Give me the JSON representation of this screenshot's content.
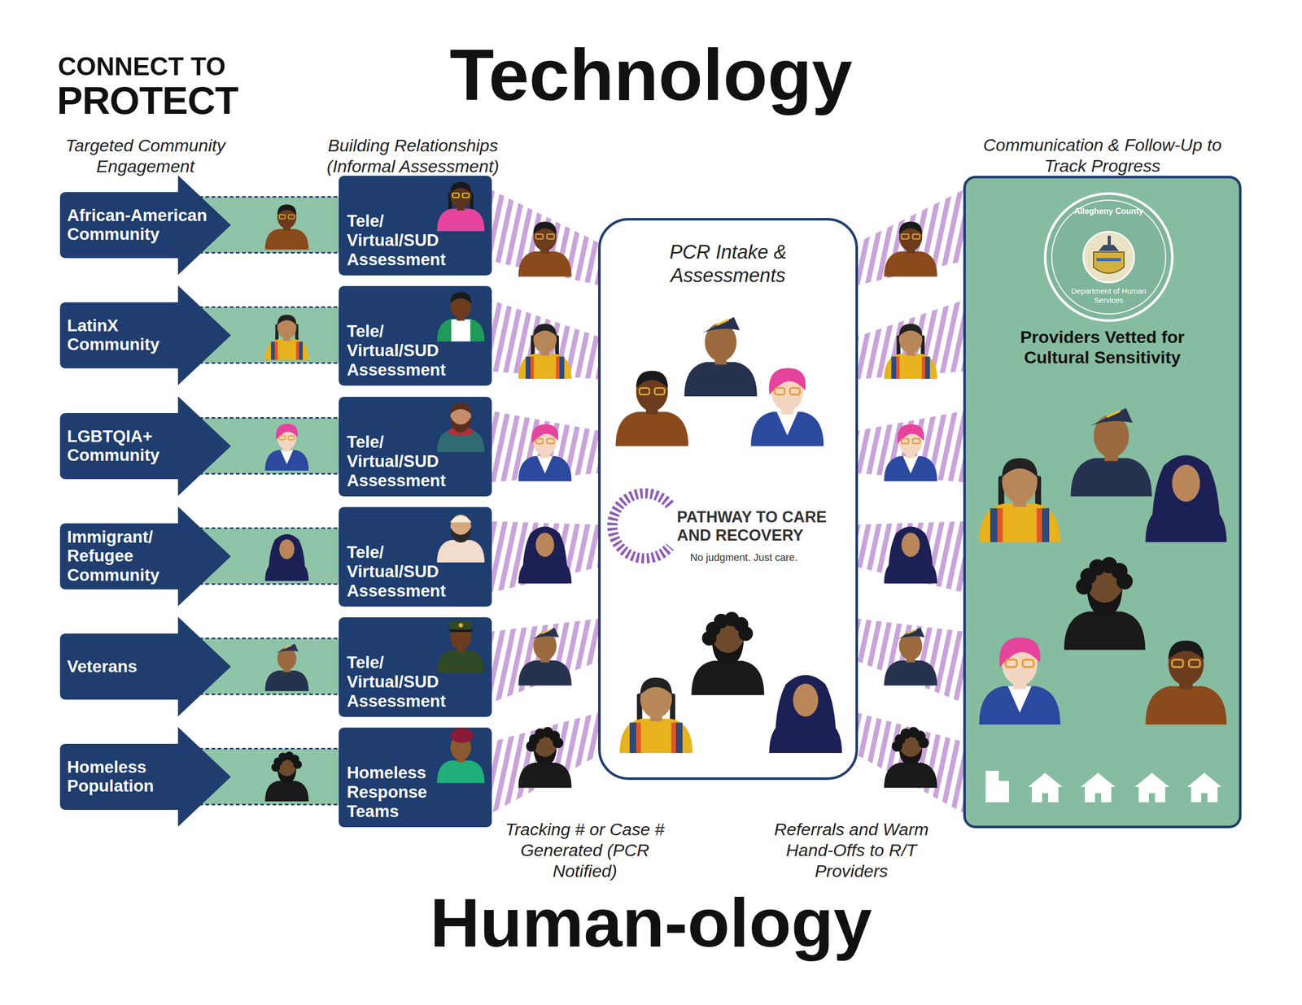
{
  "diagram": {
    "title": "Technology",
    "caption": "Human-ology",
    "nodes": [
      {
        "text": [
          "African-American Community"
        ]
      },
      {
        "text": [
          "LatinX Community"
        ]
      },
      {
        "text": [
          "LGBTQIA+ Community"
        ]
      },
      {
        "text": [
          "Immigrant/ Refugee Community"
        ]
      },
      {
        "text": [
          "Veterans"
        ]
      },
      {
        "text": [
          "Homeless Population"
        ]
      },
      {
        "text": [
          "Tele/ Virtual/SUD Assessment"
        ]
      },
      {
        "text": [
          "Tele/ Virtual/SUD Assessment"
        ]
      },
      {
        "text": [
          "Tele/ Virtual/SUD Assessment"
        ]
      },
      {
        "text": [
          "Tele/ Virtual/SUD Assessment"
        ]
      },
      {
        "text": [
          "Tele/ Virtual/SUD Assessment"
        ]
      },
      {
        "text": [
          "Homeless Response Teams"
        ]
      },
      {
        "text": [
          "PCR Intake & Assessments",
          "PATHWAY TO CARE AND RECOVERY",
          "No judgment. Just care."
        ]
      },
      {
        "text": [
          "Communication & Follow-Up to Track Progress",
          "Providers Vetted for Cultural Sensitivity"
        ]
      }
    ],
    "edges": [
      {
        "from": 0,
        "to": 6,
        "arrow": "none"
      },
      {
        "from": 1,
        "to": 7,
        "arrow": "none"
      },
      {
        "from": 2,
        "to": 8,
        "arrow": "none"
      },
      {
        "from": 3,
        "to": 9,
        "arrow": "none"
      },
      {
        "from": 4,
        "to": 10,
        "arrow": "none"
      },
      {
        "from": 5,
        "to": 11,
        "arrow": "none"
      },
      {
        "from": 6,
        "to": 12,
        "arrow": "none"
      },
      {
        "from": 7,
        "to": 12,
        "arrow": "none"
      },
      {
        "from": 8,
        "to": 12,
        "arrow": "none"
      },
      {
        "from": 9,
        "to": 12,
        "arrow": "none"
      },
      {
        "from": 10,
        "to": 12,
        "arrow": "none"
      },
      {
        "from": 11,
        "to": 12,
        "arrow": "none"
      },
      {
        "from": 12,
        "to": 13,
        "arrow": "none"
      },
      {
        "from": 12,
        "to": 13,
        "arrow": "none"
      },
      {
        "from": 12,
        "to": 13,
        "arrow": "none"
      },
      {
        "from": 12,
        "to": 13,
        "arrow": "none"
      },
      {
        "from": 12,
        "to": 13,
        "arrow": "none"
      },
      {
        "from": 12,
        "to": 13,
        "arrow": "none"
      }
    ],
    "labels": [
      "CONNECT TO",
      "PROTECT",
      "Targeted Community Engagement",
      "Building Relationships (Informal Assessment)",
      "Tracking # or Case # Generated (PCR Notified)",
      "Referrals and Warm Hand-Offs to R/T Providers",
      "Allegheny County",
      "Department of Human Services"
    ]
  }
}
